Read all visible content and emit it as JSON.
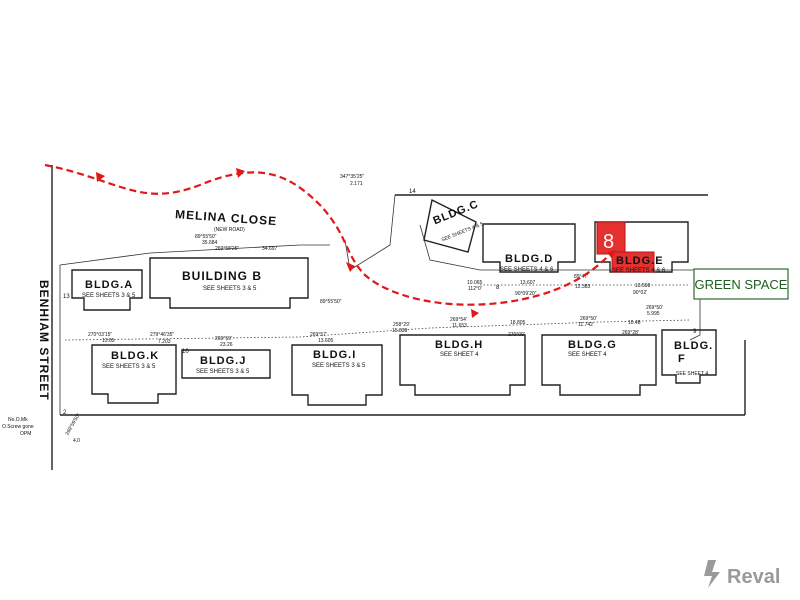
{
  "road": {
    "name": "MELINA CLOSE",
    "sub": "(NEW ROAD)"
  },
  "street": "BENHIAM STREET",
  "buildings": {
    "a": "BLDG.A",
    "a_ref": "SEE SHEETS 3 & 5",
    "b": "BUILDING B",
    "b_ref": "SEE SHEETS 3 & 5",
    "c": "BLDG.C",
    "c_ref": "SEE SHEETS 4 & 5",
    "d": "BLDG.D",
    "d_ref": "SEE SHEETS 4 & 6",
    "e": "BLDG.E",
    "e_ref": "SEE SHEETS 4 & 6",
    "f1": "BLDG.",
    "f2": "F",
    "f_ref": "SEE SHEET 4",
    "g": "BLDG.G",
    "g_ref": "SEE SHEET 4",
    "h": "BLDG.H",
    "h_ref": "SEE SHEET 4",
    "i": "BLDG.I",
    "i_ref": "SEE SHEETS 3 & 5",
    "j": "BLDG.J",
    "j_ref": "SEE SHEETS 3 & 5",
    "k": "BLDG.K",
    "k_ref": "SEE SHEETS 3 & 5"
  },
  "marker": "8",
  "green_space": "GREEN SPACE",
  "brand": "Reval",
  "notes": {
    "n1": "No.O.Mk",
    "n2": "O.Screw gone",
    "n3": "OPM"
  },
  "stations": [
    "13",
    "14",
    "8",
    "9",
    "2",
    "10"
  ],
  "dims": {
    "d1": "269°58'25\"",
    "d2": "34.697",
    "d3": "89°55'50\"",
    "d4": "35.684",
    "d5": "269°59'",
    "d6": "23.26",
    "d7": "270°03'15\"",
    "d8": "13.65",
    "d9": "279°46'35\"",
    "d10": "7.203",
    "d11": "269°57'",
    "d12": "13.605",
    "d13": "269°54'",
    "d14": "11.653",
    "d15": "18.805",
    "d16": "270°09'",
    "d17": "269°50'",
    "d18": "11.742",
    "d19": "10.48",
    "d20": "269°28'",
    "d21": "13.607",
    "d22": "89°47'",
    "d23": "12.383",
    "d24": "13.598",
    "d25": "90°02'",
    "d26": "90°09'20\"",
    "d27": "89°55'50\"",
    "d28": "347°35'25\"",
    "d29": "2.171",
    "d30": "10.065",
    "d31": "112°0'",
    "d32": "258°29'",
    "d33": "15.838",
    "d34": "269°59'50\"",
    "d35": "4.0",
    "d36": "269°50'",
    "d37": "5.995"
  }
}
